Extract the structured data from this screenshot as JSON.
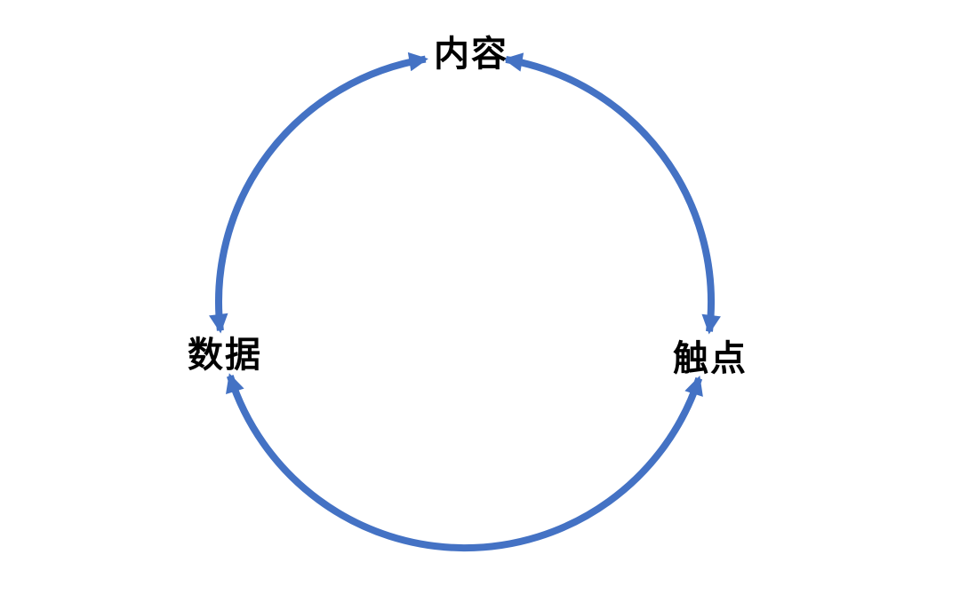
{
  "diagram": {
    "title": "content-data-touchpoint-cycle",
    "arrow_color": "#4472C4",
    "text_color": "#000000",
    "background_color": "#ffffff",
    "nodes": [
      {
        "id": "content",
        "label": "内容",
        "position": "top"
      },
      {
        "id": "data",
        "label": "数据",
        "position": "left"
      },
      {
        "id": "touchpoint",
        "label": "触点",
        "position": "right"
      }
    ],
    "edges": [
      {
        "from": "data",
        "to": "content",
        "bidirectional": true,
        "shape": "arc-top-left"
      },
      {
        "from": "content",
        "to": "touchpoint",
        "bidirectional": true,
        "shape": "arc-top-right"
      },
      {
        "from": "touchpoint",
        "to": "data",
        "bidirectional": true,
        "shape": "arc-bottom"
      }
    ]
  }
}
